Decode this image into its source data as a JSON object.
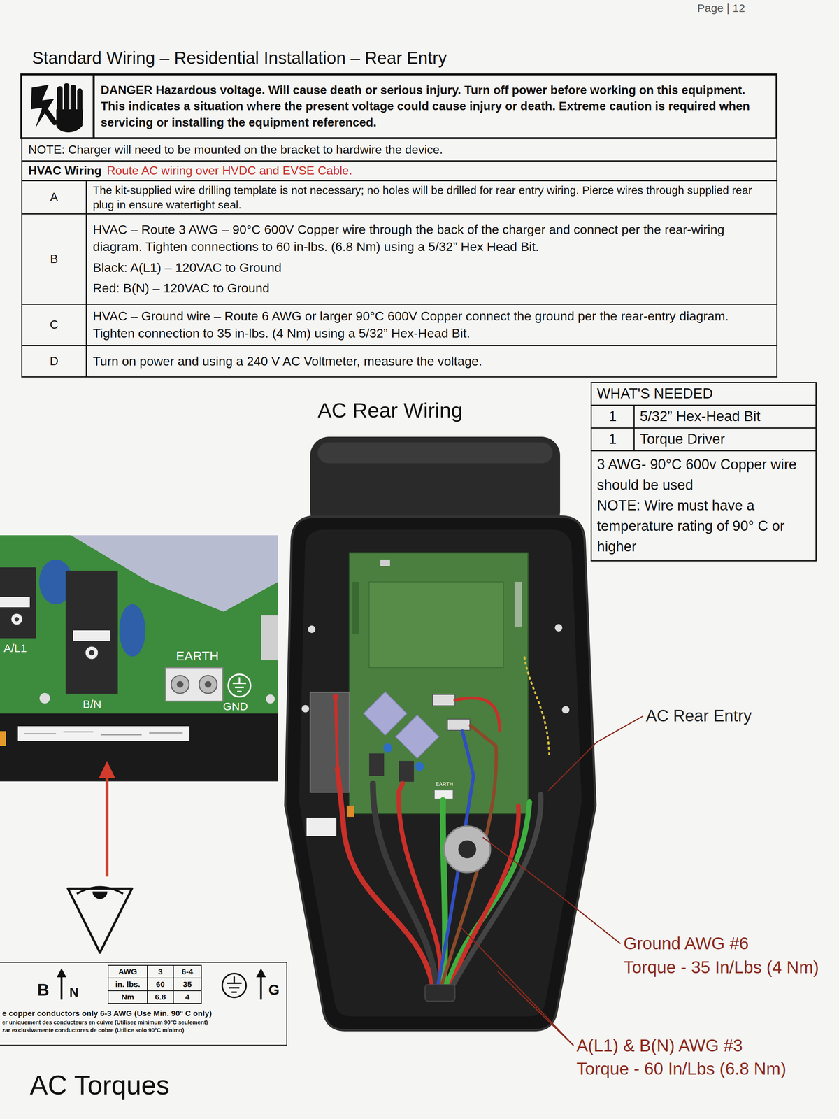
{
  "diagram": {
    "title": "Standard Wiring – Residential Installation – Rear Entry",
    "caption": "AC Torques",
    "nodes": [
      {
        "text": [
          "DANGER Hazardous voltage. Will cause death or serious injury. Turn off power before working on this equipment. This indicates a situation where the present voltage could cause injury or death. Extreme caution is required when servicing or installing the equipment referenced."
        ]
      },
      {
        "text": [
          "NOTE: Charger will need to be mounted on the bracket to hardwire the device."
        ]
      },
      {
        "text": [
          "HVAC Wiring",
          "Route AC wiring over HVDC and EVSE Cable."
        ]
      },
      {
        "text": [
          "A"
        ]
      },
      {
        "text": [
          "The kit-supplied wire drilling template is not necessary; no holes will be drilled for rear entry wiring. Pierce wires through supplied rear plug in ensure watertight seal."
        ]
      },
      {
        "text": [
          "B"
        ]
      },
      {
        "text": [
          "HVAC – Route 3 AWG – 90°C 600V Copper wire through the back of the charger and connect per the rear-wiring diagram. Tighten connections to 60 in-lbs. (6.8 Nm) using a 5/32” Hex Head Bit.",
          "Black: A(L1) – 120VAC to Ground",
          "Red: B(N) – 120VAC to Ground"
        ]
      },
      {
        "text": [
          "C"
        ]
      },
      {
        "text": [
          "HVAC – Ground wire – Route 6 AWG or larger 90°C 600V Copper connect the ground per the rear-entry diagram. Tighten connection to 35 in-lbs. (4 Nm) using a 5/32” Hex-Head Bit."
        ]
      },
      {
        "text": [
          "D"
        ]
      },
      {
        "text": [
          "Turn on power and using a 240 V AC Voltmeter, measure the voltage."
        ]
      },
      {
        "text": [
          "WHAT'S NEEDED"
        ]
      },
      {
        "text": [
          "1"
        ]
      },
      {
        "text": [
          "5/32” Hex-Head Bit"
        ]
      },
      {
        "text": [
          "1"
        ]
      },
      {
        "text": [
          "Torque Driver"
        ]
      },
      {
        "text": [
          "3 AWG- 90°C 600v Copper wire should be used",
          "NOTE: Wire must have a temperature rating of 90° C or higher"
        ]
      },
      {
        "text": [
          "e copper conductors only 6-3 AWG (Use Min. 90° C only)",
          "er uniquement des conducteurs en cuivre (Utilisez minimum 90°C seulement)",
          "zar exclusivamente conductores de cobre (Utilice solo 90°C mínimo)"
        ]
      }
    ],
    "labels": [
      "Page | 12",
      "AC Rear Wiring",
      "A/L1",
      "B/N",
      "EARTH",
      "GND",
      "EARTH",
      "AC Rear Entry",
      "Ground AWG #6",
      "Torque - 35 In/Lbs (4 Nm)",
      "A(L1) & B(N) AWG #3",
      "Torque - 60 In/Lbs (6.8 Nm)",
      "B",
      "N",
      "AWG",
      "3",
      "6-4",
      "in. lbs.",
      "60",
      "35",
      "Nm",
      "6.8",
      "4",
      "G"
    ]
  }
}
